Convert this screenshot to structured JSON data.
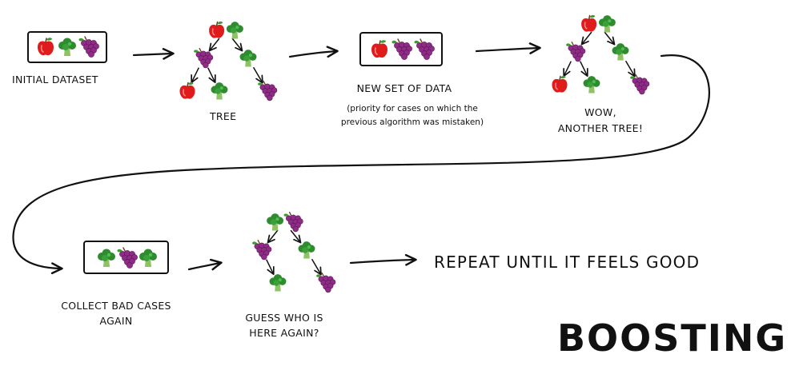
{
  "icons": {
    "apple": {
      "name": "apple-icon",
      "color": "#e01b1b"
    },
    "broccoli": {
      "name": "broccoli-icon",
      "color": "#2e8b2e"
    },
    "grapes": {
      "name": "grapes-icon",
      "color": "#8e2c86"
    }
  },
  "colors": {
    "ink": "#111111"
  },
  "stages": {
    "initial_dataset": {
      "label": "INITIAL DATASET",
      "items": [
        "apple",
        "broccoli",
        "grapes"
      ]
    },
    "tree1": {
      "label": "TREE",
      "nodes": {
        "root": [
          "apple",
          "broccoli"
        ],
        "left": [
          "grapes"
        ],
        "right": [
          "broccoli"
        ],
        "ll": [
          "apple"
        ],
        "lr": [
          "broccoli"
        ],
        "rr": [
          "grapes"
        ]
      }
    },
    "new_set": {
      "label": "NEW SET OF DATA",
      "note_line1": "(priority for cases on which the",
      "note_line2": "previous algorithm was mistaken)",
      "items": [
        "apple",
        "grapes",
        "grapes"
      ]
    },
    "tree2": {
      "label_line1": "WOW,",
      "label_line2": "ANOTHER TREE!",
      "nodes": {
        "root": [
          "apple",
          "broccoli"
        ],
        "left": [
          "grapes"
        ],
        "right": [
          "broccoli"
        ],
        "ll": [
          "apple"
        ],
        "lr": [
          "broccoli"
        ],
        "rr": [
          "grapes"
        ]
      }
    },
    "bad_cases": {
      "label_line1": "COLLECT BAD CASES",
      "label_line2": "AGAIN",
      "items": [
        "broccoli",
        "grapes",
        "broccoli"
      ]
    },
    "tree3": {
      "label_line1": "GUESS WHO IS",
      "label_line2": "HERE AGAIN?",
      "nodes": {
        "root": [
          "broccoli",
          "grapes"
        ],
        "left": [
          "grapes"
        ],
        "right": [
          "broccoli"
        ],
        "lr": [
          "broccoli"
        ],
        "rr": [
          "grapes"
        ]
      }
    }
  },
  "repeat_text": "REPEAT UNTIL IT FEELS GOOD",
  "title": "BOOSTING"
}
